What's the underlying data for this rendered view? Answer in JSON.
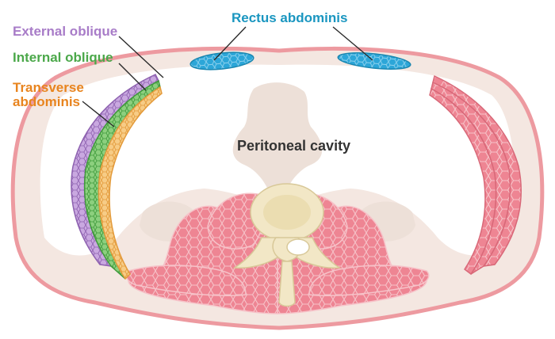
{
  "labels": {
    "rectus": "Rectus abdominis",
    "external_oblique": "External oblique",
    "internal_oblique": "Internal oblique",
    "transverse_line1": "Transverse",
    "transverse_line2": "abdominis",
    "peritoneal": "Peritoneal cavity"
  },
  "colors": {
    "rectus": "#1a96c0",
    "external_oblique": "#a87cc8",
    "internal_oblique": "#4ba84a",
    "transverse": "#e8841e",
    "peritoneal": "#333333",
    "muscle_fill": "#ee8593",
    "muscle_stroke": "#f6c3c9",
    "tissue": "#f4e7e1",
    "skin": "#ed9aa0",
    "cavity": "#ffffff",
    "gut_shadow": "#ede0d8",
    "bone": "#f2e7c6",
    "bone_stroke": "#d8c898",
    "leader": "#2b2b2b"
  }
}
